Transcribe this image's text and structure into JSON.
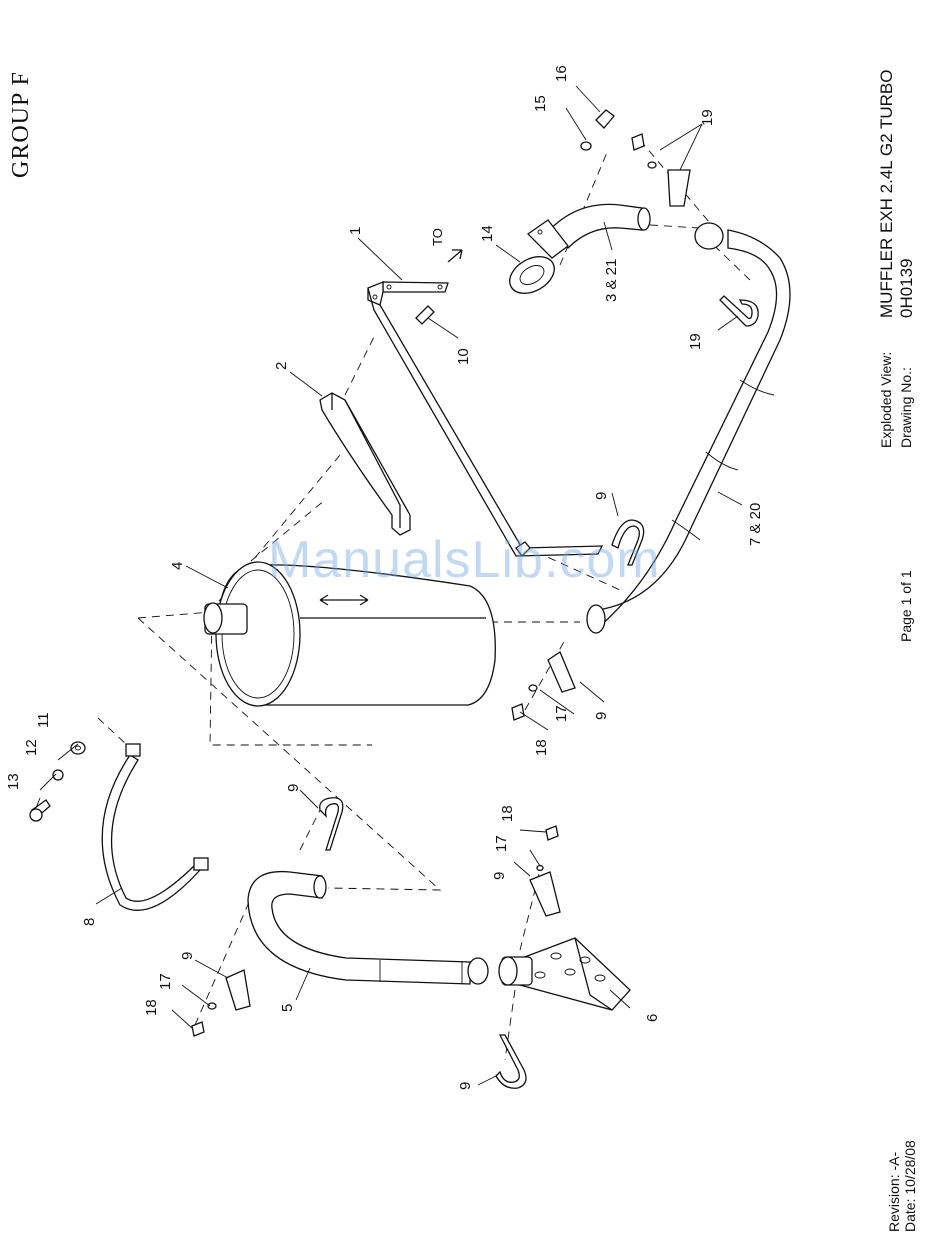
{
  "header": {
    "group": "GROUP  F"
  },
  "title_block": {
    "view_label": "Exploded View:",
    "view_value": "MUFFLER EXH 2.4L G2 TURBO",
    "drawing_label": "Drawing No.:",
    "drawing_value": "0H0139",
    "page": "Page 1 of 1",
    "revision": "Revision:  -A-",
    "date": "Date: 10/28/08"
  },
  "watermark": "ManualsLib.com",
  "callouts": {
    "c1": "1",
    "c2": "2",
    "c3_21": "3 & 21",
    "c4": "4",
    "c5": "5",
    "c6": "6",
    "c7_20": "7 & 20",
    "c8": "8",
    "c9a": "9",
    "c9b": "9",
    "c9c": "9",
    "c9d": "9",
    "c9e": "9",
    "c9f": "9",
    "c10": "10",
    "c11": "11",
    "c12": "12",
    "c13": "13",
    "c14": "14",
    "c15": "15",
    "c16": "16",
    "c17a": "17",
    "c17b": "17",
    "c17c": "17",
    "c18a": "18",
    "c18b": "18",
    "c18c": "18",
    "c19a": "19",
    "c19b": "19",
    "to": "TO"
  }
}
